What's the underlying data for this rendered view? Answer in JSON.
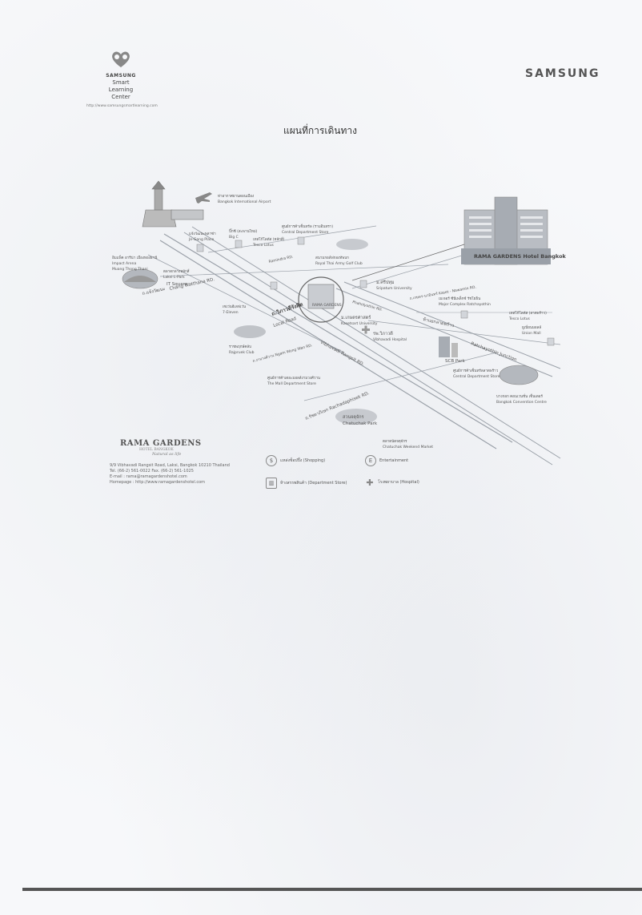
{
  "header": {
    "logo": {
      "brand": "SAMSUNG",
      "line1": "Smart",
      "line2": "Learning",
      "line3": "Center",
      "url": "http://www.samsungsmartlearning.com"
    },
    "wordmark": "SAMSUNG"
  },
  "title": "แผนที่การเดินทาง",
  "map": {
    "roads": {
      "chaeng_watthana": "Chang Watthana RD.",
      "chaeng_watthana_th": "ถ.แจ้งวัฒนะ",
      "vibhavadi": "ถ.วิภาวดีรังสิต",
      "local_road": "Local Road",
      "ngam_wong_wan": "ถ.งามวงศ์วาน Ngam Wong Wan RD.",
      "vibhavadi_en": "Vibhavadi Rangsit RD.",
      "kaset_nawamin": "ถ.เกษตร-นวมินทร์ Kaset - Nawamin RD.",
      "phaholyothin": "Phaholyothin RD.",
      "ramindra": "Ramindra RD.",
      "rachadaphisek": "ถ.รัชดาภิเษก Rachadaphisek RD.",
      "ratchayothin": "Ratchayothin Junction",
      "lad_phrao_sign": "ห้าแยกลาดพร้าว"
    },
    "places": {
      "airport_th": "ท่าอากาศยานดอนเมือง",
      "airport_en": "Bangkok International Airport",
      "jaeng_place_th": "แจ้งวัฒนะพลาซ่า",
      "jaeng_place_en": "Je-Gang Place",
      "big_c_th": "บิ๊กซี (สะพานใหม่)",
      "big_c_en": "Big C",
      "central_th": "ศูนย์การค้าเซ็นทรัล (รามอินทรา)",
      "central_en": "Central Department Store",
      "tesco_th": "เทสโก้โลตัส (หลักสี่)",
      "tesco_en": "Tesco Lotus",
      "impact_th": "อิมแพ็ค อารีน่า เมืองทองธานี",
      "impact_en1": "Impact Arena",
      "impact_en2": "Muang Thong Thani",
      "lak_si_th": "ตลาดกลางหลักสี่",
      "lak_si_en": "Laksi L-Park",
      "it_square": "IT Square",
      "golf_th": "สนามกอล์ฟกองทัพบก",
      "golf_en": "Royal Thai Army Golf Club",
      "kasetsart_th": "ม.ศรีปทุม",
      "kasetsart_en": "Sripatum University",
      "kaset_uni_th": "ม.เกษตรศาสตร์",
      "kaset_uni_en": "Kasetsart University",
      "vibhavadi_hosp_th": "รพ.วิภาวดี",
      "vibhavadi_hosp_en": "Vibhavadi Hospital",
      "major_th": "เมเจอร์ ซีนีเพล็กซ์ รัชโยธิน",
      "major_en": "Major Complex Ratchayothin",
      "tesco2_th": "เทสโก้โลตัส (ลาดพร้าว)",
      "tesco2_en": "Tesco Lotus",
      "union_th": "ยูเนี่ยนมอลล์",
      "union_en": "Union Mall",
      "scb_park": "SCB Park",
      "central2_th": "ศูนย์การค้าเซ็นทรัลลาดพร้าว",
      "central2_en": "Central Department Store",
      "convention_th": "บางกอก คอนเวนชั่น เซ็นเตอร์",
      "convention_en": "Bangkok Convention Centre",
      "rajpruek_th": "ราชพฤกษ์คลับ",
      "rajpruek_en": "Rajpruek Club",
      "mall_th": "ศูนย์การค้าเดอะมอลล์งามวงศ์วาน",
      "mall_en": "The Mall Department Store",
      "chatuchak_th": "สวนจตุจักร",
      "chatuchak_en": "Chatuchak Park",
      "weekend_th": "ตลาดนัดจตุจักร",
      "weekend_en": "Chatuchak Weekend Market",
      "seven_th": "เซเว่นอีเลฟเว่น",
      "seven_en": "7-Eleven",
      "hotel_banner": "RAMA GARDENS Hotel Bangkok",
      "hotel_roof": "RAMA GARDENS"
    }
  },
  "hotel": {
    "name": "RAMA GARDENS",
    "sub": "HOTEL BANGKOK",
    "tagline": "Natural as life",
    "address": "9/9 Vibhavadi Rangsit Road, Laksi, Bangkok 10210 Thailand",
    "tel": "Tel. (66-2) 561-0022  Fax. (66-2) 561-1025",
    "email": "E-mail : rama@ramagardenshotel.com",
    "homepage": "Homepage : http://www.ramagardenshotel.com"
  },
  "legend": {
    "shopping": "แหล่งช็อปปิ้ง (Shopping)",
    "entertainment": "Entertainment",
    "department": "ห้างสรรพสินค้า (Department Store)",
    "hospital": "โรงพยาบาล (Hospital)"
  }
}
